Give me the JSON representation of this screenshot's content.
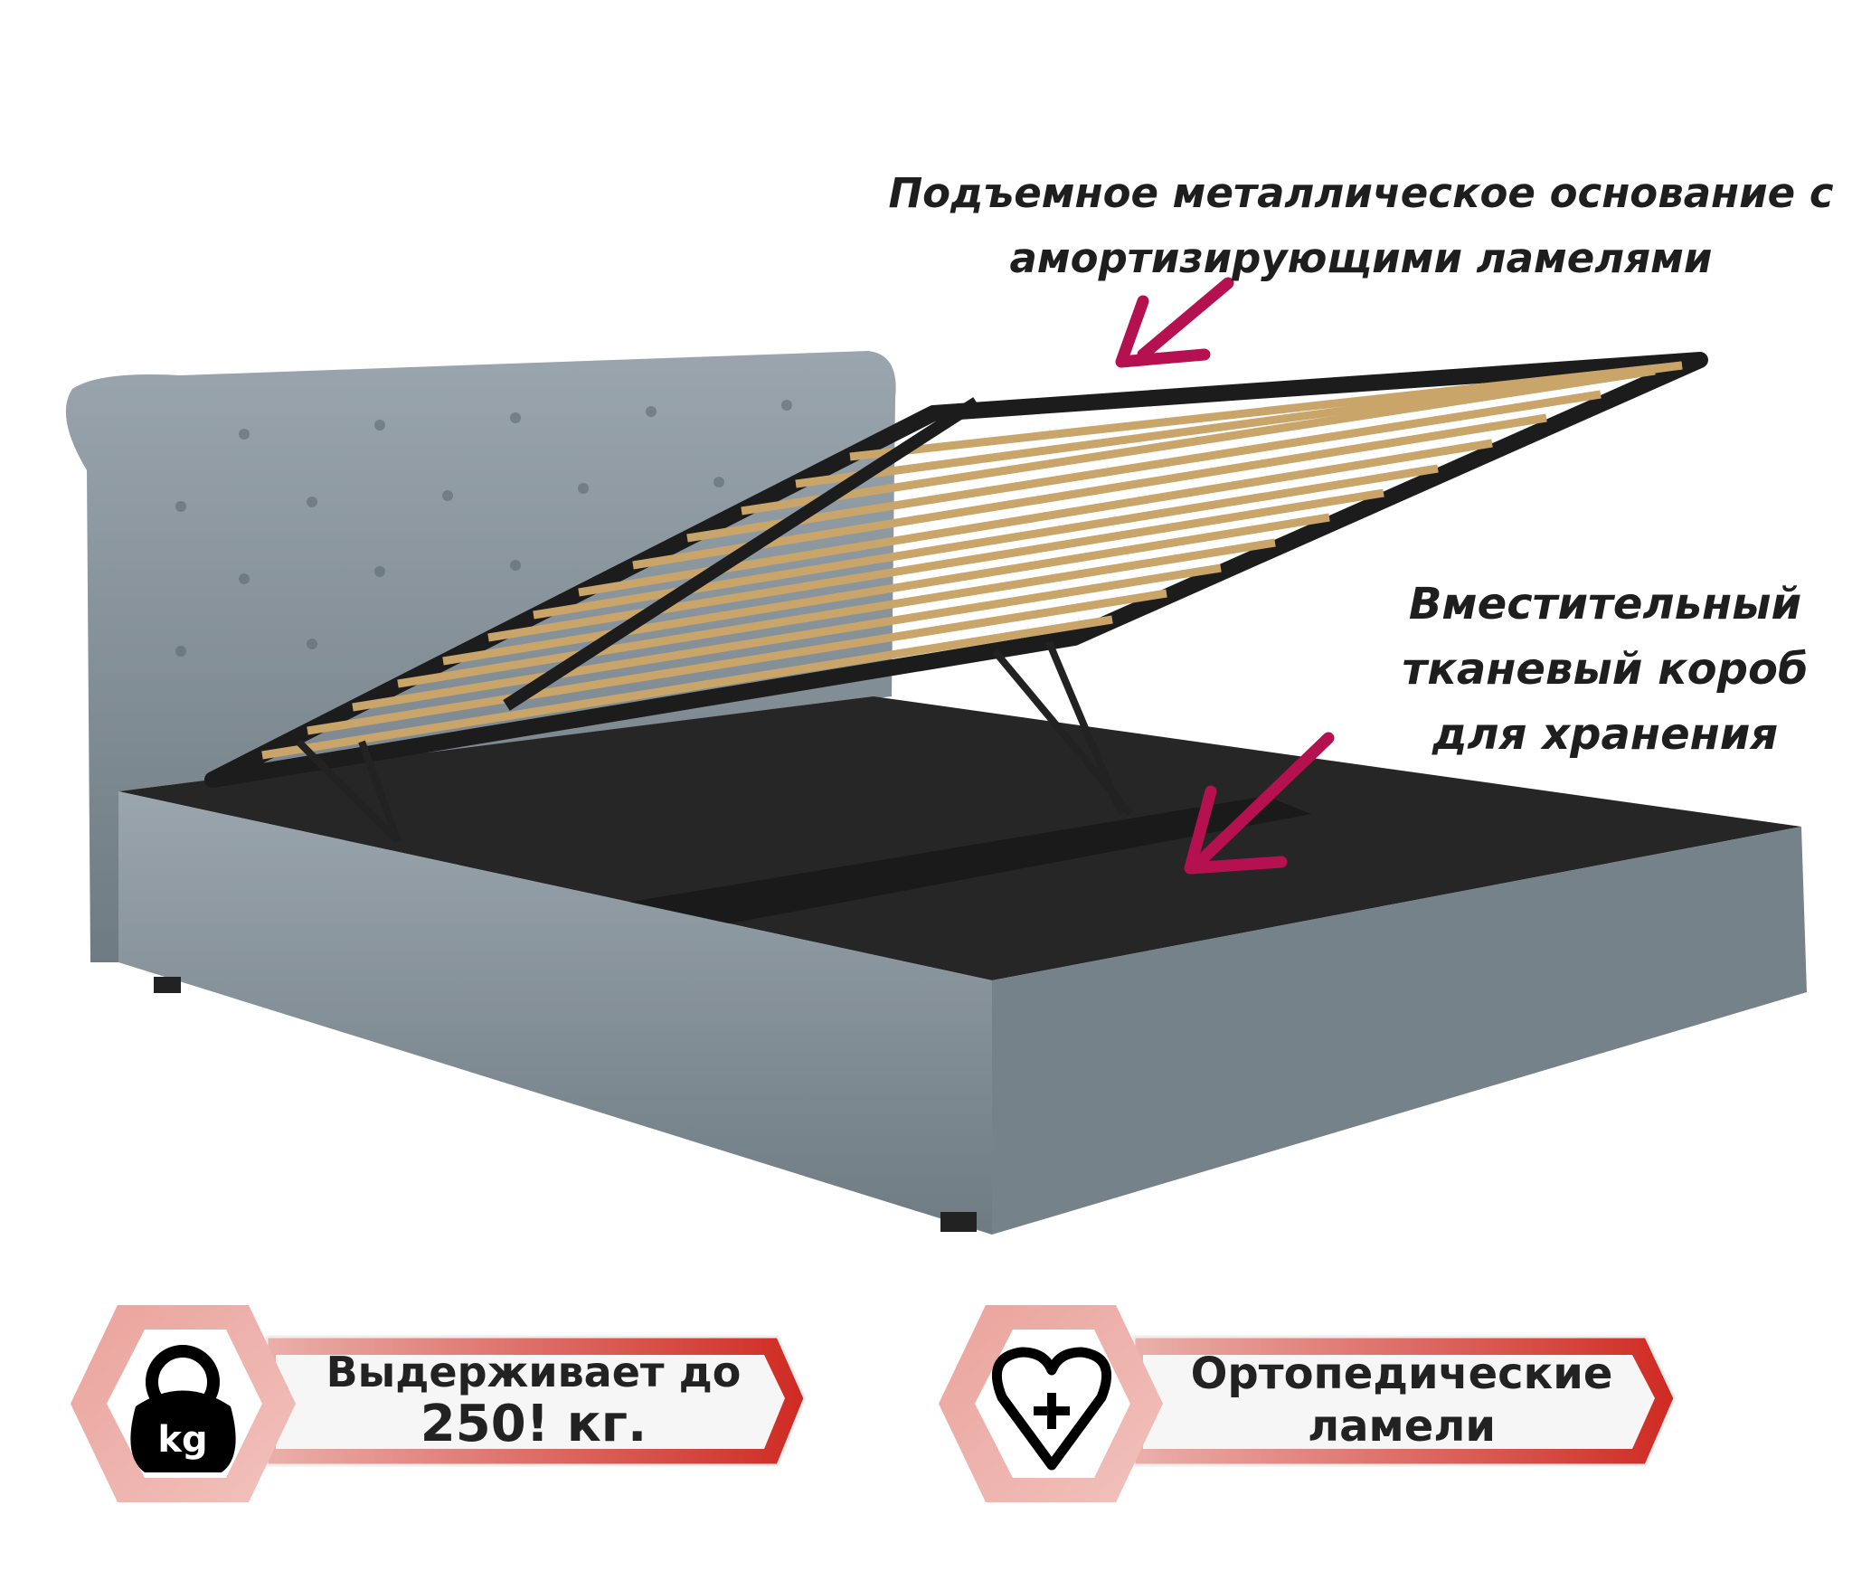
{
  "callouts": {
    "lifting_base": {
      "line1": "Подъемное металлическое основание с",
      "line2": "амортизирующими ламелями"
    },
    "storage_box": {
      "line1": "Вместительный",
      "line2": "тканевый короб",
      "line3": "для хранения"
    }
  },
  "badges": [
    {
      "icon": "kettlebell-kg-icon",
      "icon_text": "kg",
      "line1": "Выдерживает до",
      "line2": "250! кг."
    },
    {
      "icon": "heart-plus-icon",
      "line1": "Ортопедические",
      "line2": "ламели"
    }
  ],
  "colors": {
    "accent": "#b5104f",
    "badge_red": "#d2362c",
    "badge_pink": "#e8a09a",
    "upholstery": "#7f8b93",
    "frame": "#1c1c1c",
    "slat": "#c9a56a"
  }
}
